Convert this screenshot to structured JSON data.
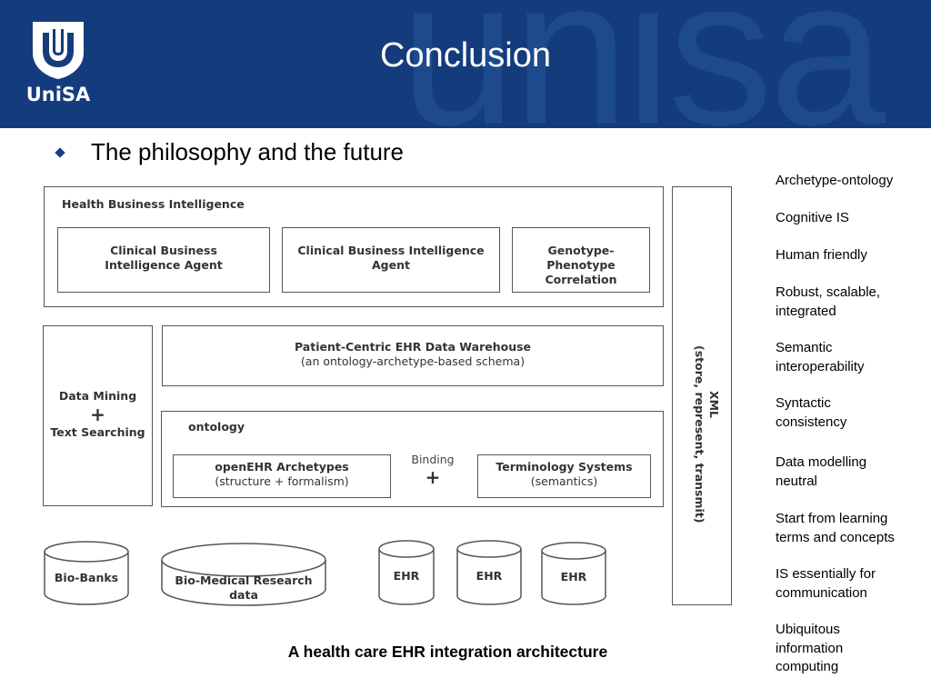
{
  "header": {
    "logo_text": "UniSA",
    "watermark": "unisa",
    "title": "Conclusion"
  },
  "bullet": "The philosophy and the future",
  "diagram": {
    "health_bi": "Health Business Intelligence",
    "agent1": "Clinical Business Intelligence Agent",
    "agent2": "Clinical Business Intelligence Agent",
    "genotype": "Genotype-Phenotype Correlation",
    "data_mining": "Data Mining",
    "data_mining_plus": "+",
    "text_searching": "Text Searching",
    "warehouse_title": "Patient-Centric EHR Data Warehouse",
    "warehouse_sub": "(an ontology-archetype-based schema)",
    "ontology": "ontology",
    "openehr_title": "openEHR Archetypes",
    "openehr_sub": "(structure + formalism)",
    "binding": "Binding",
    "binding_plus": "+",
    "terminology_title": "Terminology Systems",
    "terminology_sub": "(semantics)",
    "xml_title": "XML",
    "xml_sub": "(store, represent, transmit)",
    "biobanks": "Bio-Banks",
    "biomedical": "Bio-Medical Research data",
    "ehr1": "EHR",
    "ehr2": "EHR",
    "ehr3": "EHR"
  },
  "right_list": [
    "Archetype-ontology",
    "Cognitive IS",
    "Human friendly",
    "Robust, scalable, integrated",
    "Semantic interoperability",
    "Syntactic consistency",
    "Data modelling neutral",
    "Start from learning terms and concepts",
    "IS essentially for communication",
    "Ubiquitous information computing"
  ],
  "caption": "A health care EHR integration architecture",
  "colors": {
    "header_bg": "#143c7c",
    "bullet": "#1a3c8a"
  }
}
